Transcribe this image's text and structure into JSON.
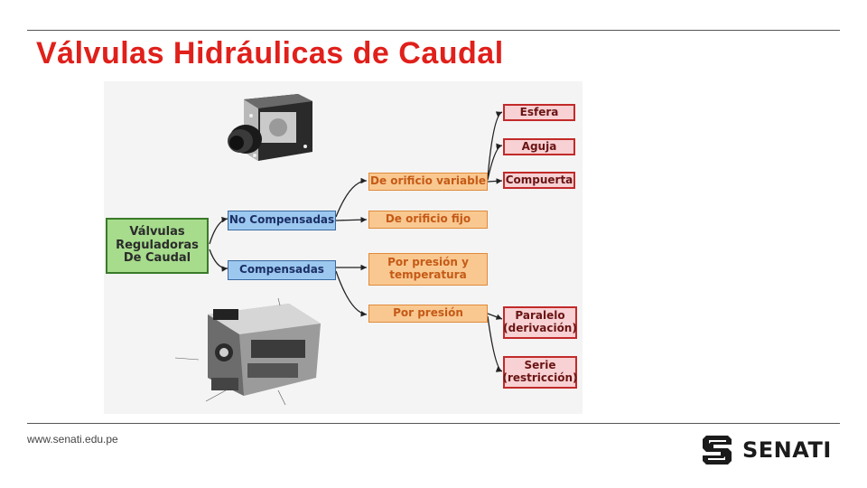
{
  "slide": {
    "title": "Válvulas Hidráulicas de Caudal",
    "footer_url": "www.senati.edu.pe",
    "logo_text": "SENATI",
    "title_color": "#e0201b"
  },
  "diagram": {
    "root": "Válvulas Reguladoras De Caudal",
    "level1": [
      "No Compensadas",
      "Compensadas"
    ],
    "level2": [
      "De orificio variable",
      "De orificio fijo",
      "Por presión y temperatura",
      "Por presión"
    ],
    "level3": [
      "Esfera",
      "Aguja",
      "Compuerta",
      "Paralelo (derivación)",
      "Serie (restricción)"
    ]
  },
  "images": {
    "top_photo": "flow-control-valve-photo",
    "bottom_drawing": "pressure-compensated-valve-cutaway"
  }
}
